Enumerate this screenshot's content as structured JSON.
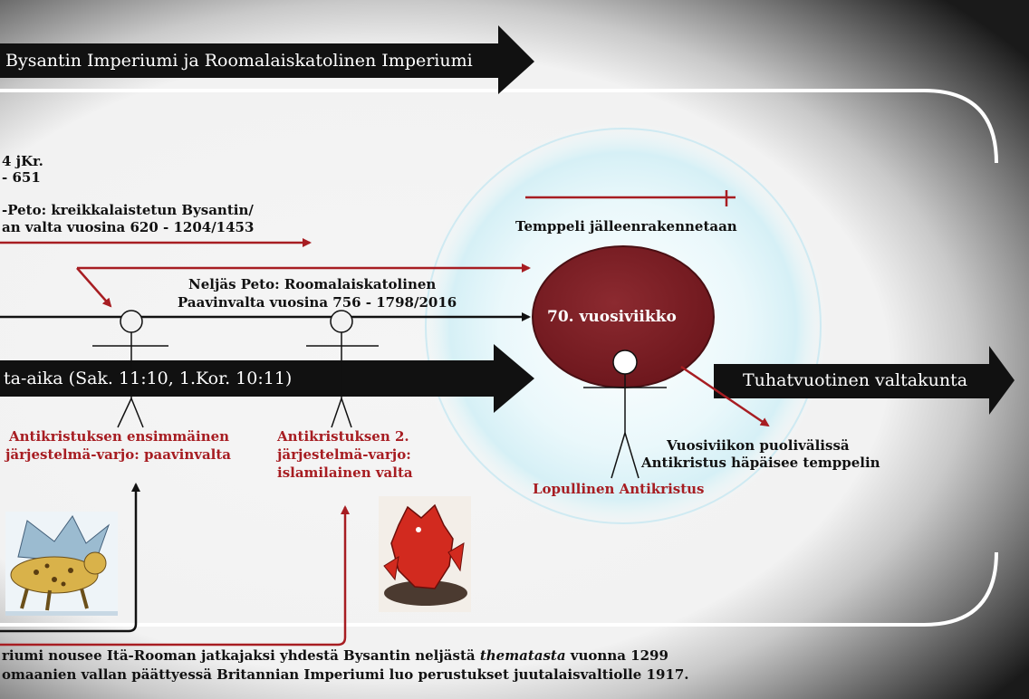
{
  "banners": {
    "top": "Bysantin Imperiumi ja Roomalaiskatolinen Imperiumi",
    "middle": "ta-aika (Sak. 11:10, 1.Kor. 10:11)",
    "right": "Tuhatvuotinen valtakunta"
  },
  "labels": {
    "date_line1": "4 jKr.",
    "date_line2": "- 651",
    "third_beast_line1": "-Peto: kreikkalaistetun Bysantin/",
    "third_beast_line2": "an valta vuosina 620 - 1204/1453",
    "fourth_beast_line1": "Neljäs Peto: Roomalaiskatolinen",
    "fourth_beast_line2": "Paavinvalta vuosina 756 - 1798/2016",
    "temple": "Temppeli jälleenrakennetaan",
    "week": "70. vuosiviikko",
    "mid_week_line1": "Vuosiviikon puolivälissä",
    "mid_week_line2": "Antikristus häpäisee temppelin",
    "antichrist1_line1": "Antikristuksen ensimmäinen",
    "antichrist1_line2": "järjestelmä-varjo: paavinvalta",
    "antichrist2_line1": "Antikristuksen 2.",
    "antichrist2_line2": "järjestelmä-varjo:",
    "antichrist2_line3": "islamilainen valta",
    "final_antichrist": "Lopullinen Antikristus",
    "bottom_line1_a": "riumi nousee Itä-Rooman jatkajaksi yhdestä Bysantin neljästä ",
    "bottom_line1_italic": "thematasta",
    "bottom_line1_b": " vuonna 1299",
    "bottom_line2": "omaanien vallan päättyessä Britannian Imperiumi luo perustukset juutalaisvaltiolle 1917."
  },
  "colors": {
    "dark_red": "#7b1c22",
    "red": "#a71d22",
    "black": "#111111",
    "background": "#f2f2f2"
  },
  "icons": {
    "beast_leopard": "winged-leopard-icon",
    "beast_red": "red-beast-icon"
  }
}
